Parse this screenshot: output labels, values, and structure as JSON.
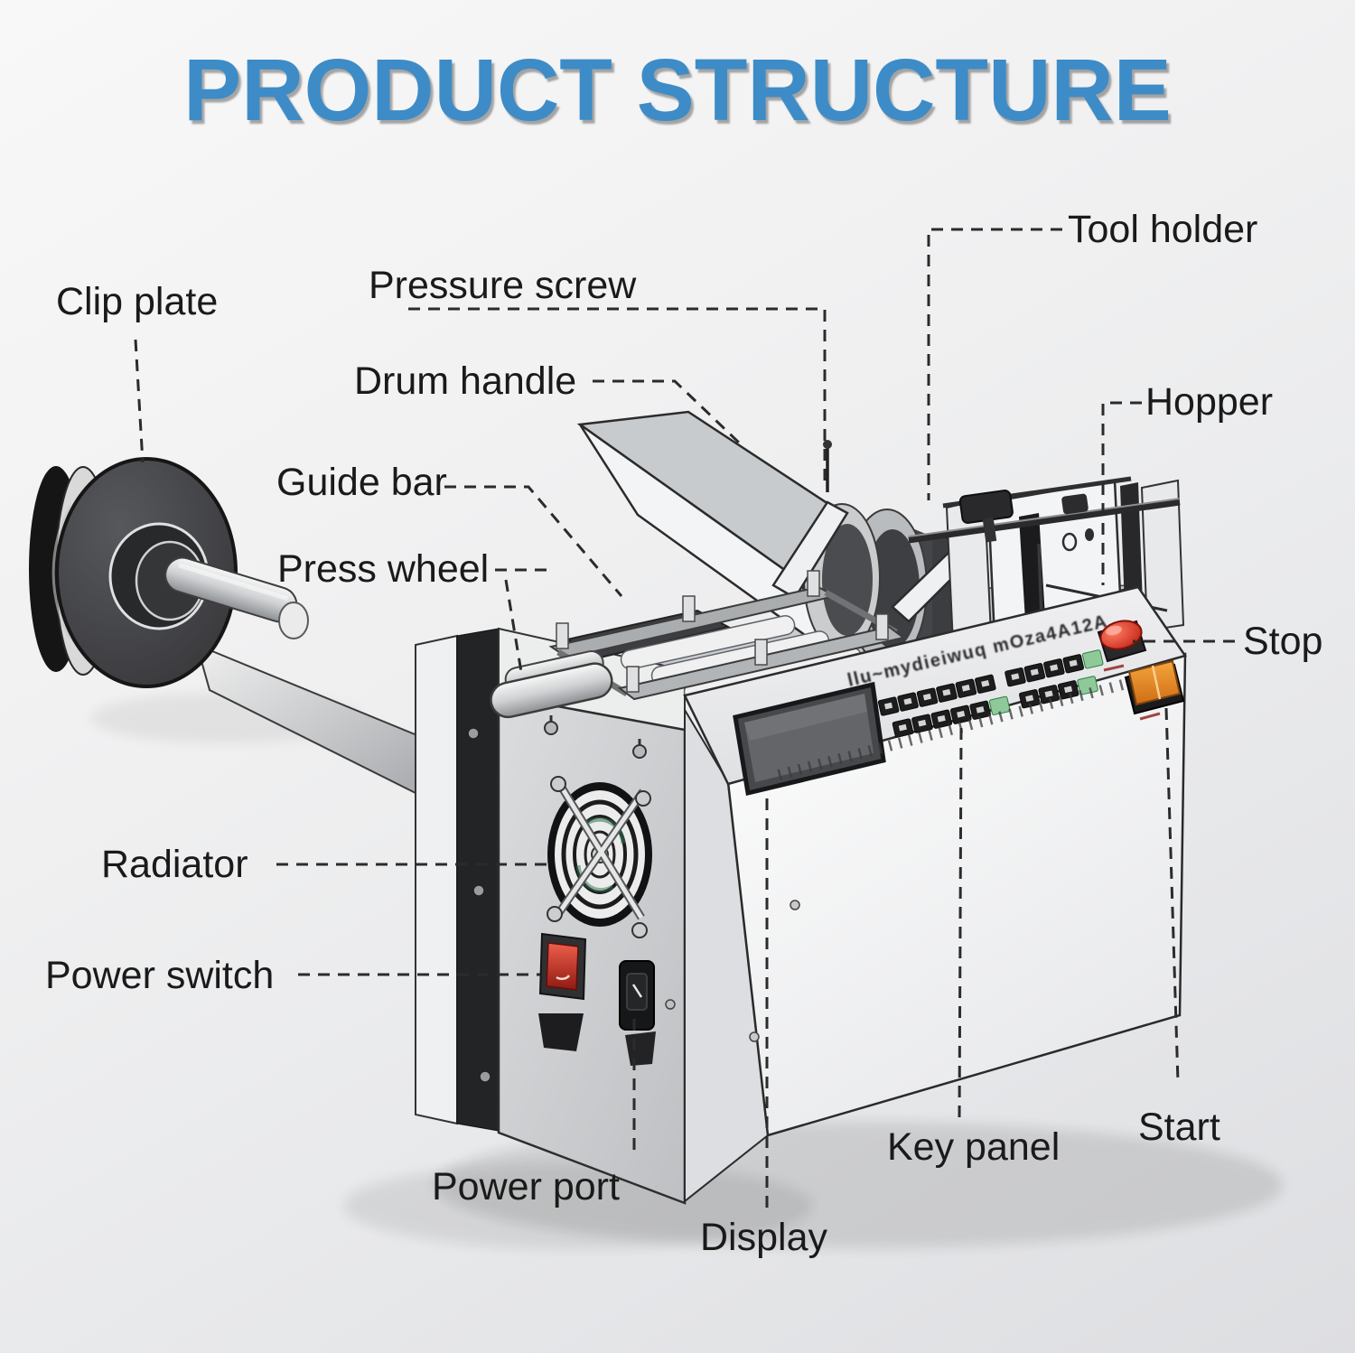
{
  "title": "PRODUCT STRUCTURE",
  "colors": {
    "title_blue": "#3D8CC7",
    "label_text": "#1A1A1A",
    "stop_button_red": "#D93626",
    "start_button_orange": "#E78A28",
    "power_switch_red": "#C9392A",
    "keypad_green": "#8FC99A",
    "machine_body_gray": "#D8DADC"
  },
  "labels": {
    "clip_plate": "Clip plate",
    "pressure_screw": "Pressure screw",
    "drum_handle": "Drum handle",
    "guide_bar": "Guide bar",
    "press_wheel": "Press wheel",
    "tool_holder": "Tool holder",
    "hopper": "Hopper",
    "stop": "Stop",
    "radiator": "Radiator",
    "power_switch": "Power switch",
    "power_port": "Power port",
    "display": "Display",
    "key_panel": "Key panel",
    "start": "Start"
  },
  "machine": {
    "panel_marking": "llu~mydieiwuq mOza4A12A"
  }
}
